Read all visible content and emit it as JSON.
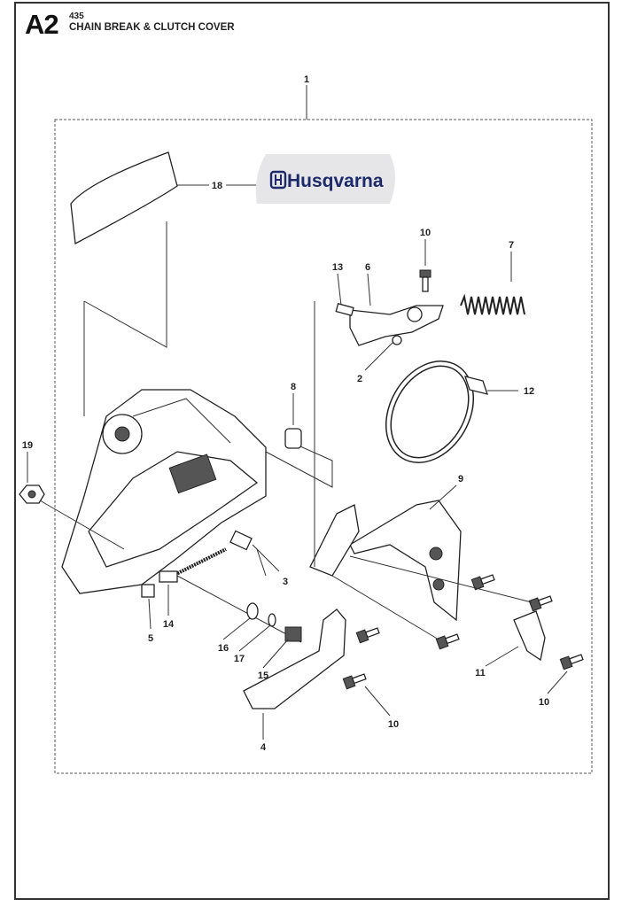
{
  "header": {
    "section_code": "A2",
    "model": "435",
    "title": "CHAIN BREAK & CLUTCH COVER"
  },
  "logo": {
    "brand": "Husqvarna",
    "color": "#1c2a6b"
  },
  "callouts": {
    "assembly": "1",
    "c18": "18",
    "c10a": "10",
    "c7": "7",
    "c13": "13",
    "c6": "6",
    "c2": "2",
    "c12": "12",
    "c8": "8",
    "c19": "19",
    "c9": "9",
    "c3": "3",
    "c5": "5",
    "c14": "14",
    "c16": "16",
    "c17": "17",
    "c15": "15",
    "c11": "11",
    "c10b": "10",
    "c10c": "10",
    "c4": "4"
  }
}
